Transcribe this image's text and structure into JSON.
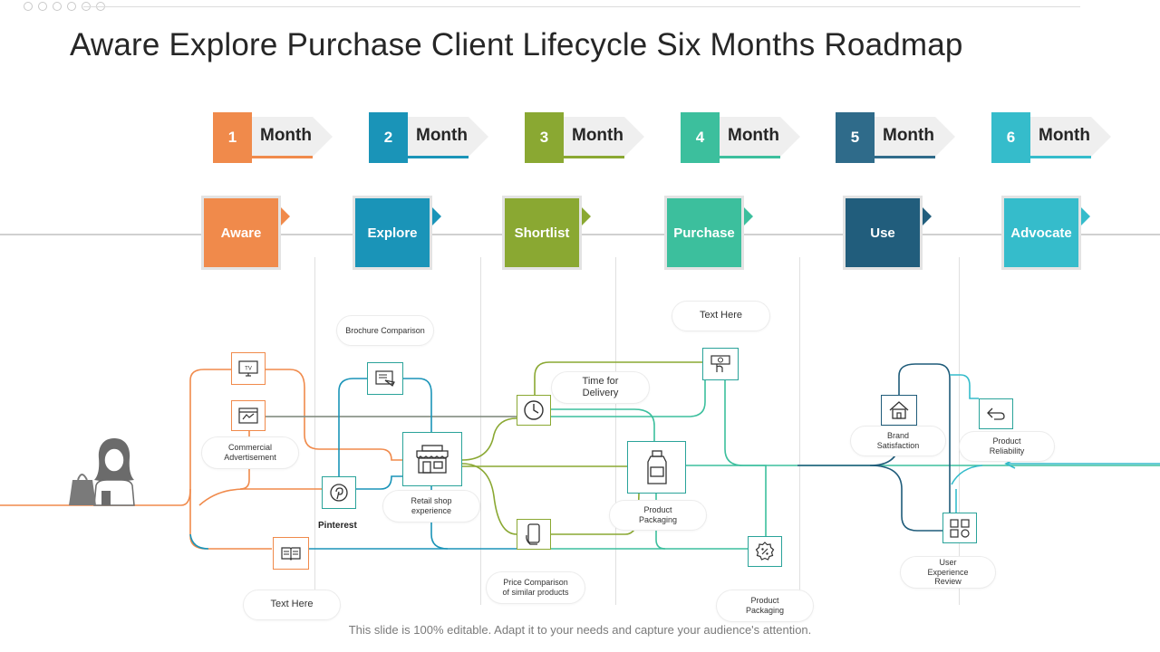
{
  "title": "Aware Explore Purchase Client Lifecycle Six Months Roadmap",
  "footer": "This slide is 100% editable. Adapt it to your needs and capture your audience's attention.",
  "months": [
    {
      "number": "1",
      "label": "Month",
      "color": "#f08a4b"
    },
    {
      "number": "2",
      "label": "Month",
      "color": "#1a94b8"
    },
    {
      "number": "3",
      "label": "Month",
      "color": "#8aa832"
    },
    {
      "number": "4",
      "label": "Month",
      "color": "#3cbf9d"
    },
    {
      "number": "5",
      "label": "Month",
      "color": "#2f6b8a"
    },
    {
      "number": "6",
      "label": "Month",
      "color": "#35bccb"
    }
  ],
  "stages": [
    {
      "label": "Aware",
      "color": "#f08a4b"
    },
    {
      "label": "Explore",
      "color": "#1a94b8"
    },
    {
      "label": "Shortlist",
      "color": "#8aa832"
    },
    {
      "label": "Purchase",
      "color": "#3cbf9d"
    },
    {
      "label": "Use",
      "color": "#215d7c"
    },
    {
      "label": "Advocate",
      "color": "#35bccb"
    }
  ],
  "labels": {
    "brochure": "Brochure Comparison",
    "text_here_top": "Text Here",
    "time_delivery": "Time  for Delivery",
    "commercial": "Commercial Advertisement",
    "pinterest": "Pinterest",
    "retail": "Retail shop experience",
    "product_packaging_1": "Product Packaging",
    "price_comparison": "Price Comparison of similar products",
    "text_here_bottom": "Text Here",
    "product_packaging_2": "Product Packaging",
    "brand_satisfaction": "Brand Satisfaction",
    "product_reliability": "Product Reliability",
    "ux_review": "User Experience Review"
  },
  "icons": {
    "tv": "TV",
    "tv_name": "tv-icon",
    "ad_name": "advertisement-icon",
    "pinterest_name": "pinterest-icon",
    "book_name": "book-icon",
    "brochure_name": "brochure-icon",
    "shop_name": "shop-icon",
    "clock_name": "clock-icon",
    "phone_name": "phone-icon",
    "bottle_name": "bottle-icon",
    "money_name": "money-hand-icon",
    "discount_name": "discount-icon",
    "house_name": "house-icon",
    "return_name": "return-arrow-icon",
    "ux_name": "user-experience-icon",
    "shopper_name": "shopper-icon"
  }
}
